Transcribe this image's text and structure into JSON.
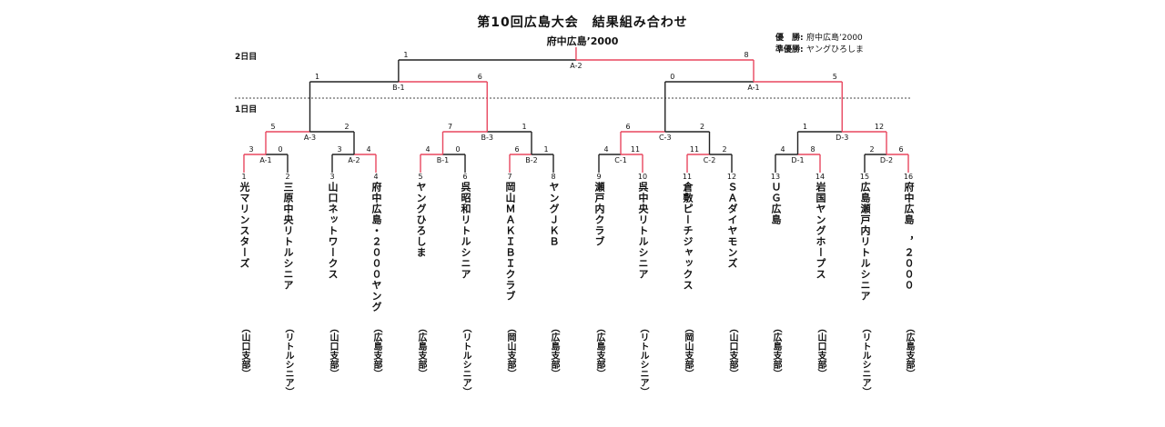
{
  "header": {
    "title": "第10回広島大会　結果組み合わせ",
    "champion_line": "府中広島’2000",
    "winner_label": "優　勝:",
    "winner": "府中広島’2000",
    "runner_label": "準優勝:",
    "runner": "ヤングひろしま"
  },
  "days": {
    "day2": "2日目",
    "day1": "1日目"
  },
  "colors": {
    "win": "#e8475f",
    "lose": "#222222",
    "dash": "#444444"
  },
  "teams": [
    {
      "num": "1",
      "name": "光マリンスターズ",
      "branch": "（山口支部）"
    },
    {
      "num": "2",
      "name": "三原中央リトルシニア",
      "branch": "（リトルシニア）"
    },
    {
      "num": "3",
      "name": "山口ネットワークス",
      "branch": "（山口支部）"
    },
    {
      "num": "4",
      "name": "府中広島・２０００ヤング",
      "branch": "（広島支部）"
    },
    {
      "num": "5",
      "name": "ヤングひろしま",
      "branch": "（広島支部）"
    },
    {
      "num": "6",
      "name": "呉昭和リトルシニア",
      "branch": "（リトルシニア）"
    },
    {
      "num": "7",
      "name": "岡山ＭＡＫＩＢＩクラブ",
      "branch": "（岡山支部）"
    },
    {
      "num": "8",
      "name": "ヤングＪＫＢ",
      "branch": "（広島支部）"
    },
    {
      "num": "9",
      "name": "瀬戸内クラブ",
      "branch": "（広島支部）"
    },
    {
      "num": "10",
      "name": "呉中央リトルシニア",
      "branch": "（リトルシニア）"
    },
    {
      "num": "11",
      "name": "倉敷ピーチジャックス",
      "branch": "（岡山支部）"
    },
    {
      "num": "12",
      "name": "ＳＡダイヤモンズ",
      "branch": "（山口支部）"
    },
    {
      "num": "13",
      "name": "ＵＧ広島",
      "branch": "（広島支部）"
    },
    {
      "num": "14",
      "name": "岩国ヤングホープス",
      "branch": "（山口支部）"
    },
    {
      "num": "15",
      "name": "広島瀬戸内リトルシニア",
      "branch": "（リトルシニア）"
    },
    {
      "num": "16",
      "name": "府中広島　，２０００",
      "branch": "（広島支部）"
    }
  ],
  "matches": {
    "r1": [
      {
        "label": "A-1",
        "scores": [
          "3",
          "0"
        ],
        "winner": 0
      },
      {
        "label": "A-2",
        "scores": [
          "3",
          "4"
        ],
        "winner": 1
      },
      {
        "label": "B-1",
        "scores": [
          "4",
          "0"
        ],
        "winner": 0
      },
      {
        "label": "B-2",
        "scores": [
          "6",
          "1"
        ],
        "winner": 0
      },
      {
        "label": "C-1",
        "scores": [
          "4",
          "11"
        ],
        "winner": 1
      },
      {
        "label": "C-2",
        "scores": [
          "11",
          "2"
        ],
        "winner": 0
      },
      {
        "label": "D-1",
        "scores": [
          "4",
          "8"
        ],
        "winner": 1
      },
      {
        "label": "D-2",
        "scores": [
          "2",
          "6"
        ],
        "winner": 1
      }
    ],
    "r2": [
      {
        "label": "A-3",
        "scores": [
          "5",
          "2"
        ],
        "winner": 0
      },
      {
        "label": "B-3",
        "scores": [
          "7",
          "1"
        ],
        "winner": 0
      },
      {
        "label": "C-3",
        "scores": [
          "6",
          "2"
        ],
        "winner": 0
      },
      {
        "label": "D-3",
        "scores": [
          "1",
          "12"
        ],
        "winner": 1
      }
    ],
    "r3": [
      {
        "label": "B-1",
        "scores": [
          "1",
          "6"
        ],
        "winner": 1
      },
      {
        "label": "A-1",
        "scores": [
          "0",
          "5"
        ],
        "winner": 1
      }
    ],
    "final": {
      "label": "A-2",
      "scores": [
        "1",
        "8"
      ],
      "winner": 1
    }
  }
}
